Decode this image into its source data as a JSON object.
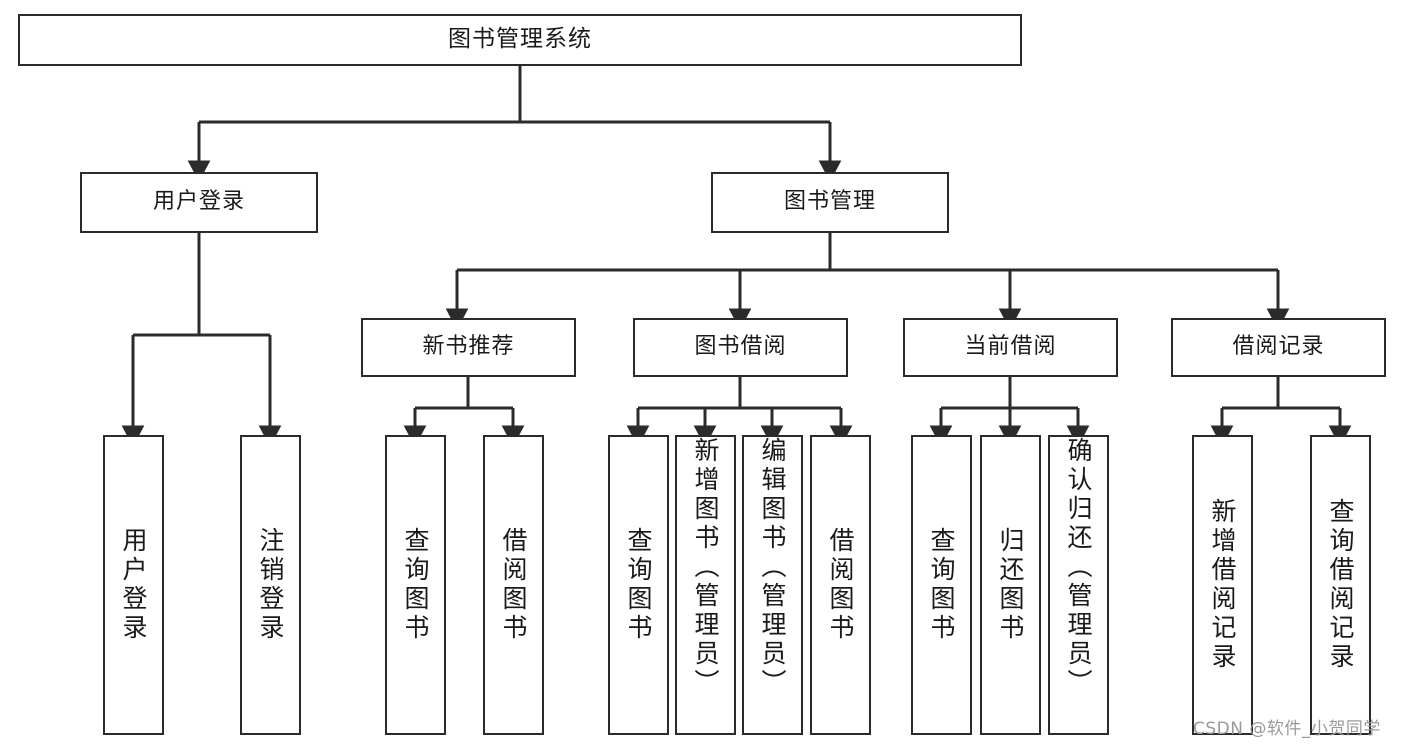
{
  "diagram": {
    "title": "图书管理系统",
    "type": "功能结构图",
    "root": {
      "label": "图书管理系统"
    },
    "level1": [
      {
        "label": "用户登录"
      },
      {
        "label": "图书管理"
      }
    ],
    "level2": [
      {
        "label": "新书推荐"
      },
      {
        "label": "图书借阅"
      },
      {
        "label": "当前借阅"
      },
      {
        "label": "借阅记录"
      }
    ],
    "leaves": {
      "user_login": [
        {
          "label": "用户登录"
        },
        {
          "label": "注销登录"
        }
      ],
      "new_book": [
        {
          "label": "查询图书"
        },
        {
          "label": "借阅图书"
        }
      ],
      "book_borrow": [
        {
          "label": "查询图书"
        },
        {
          "label": "新增图书（管理员）"
        },
        {
          "label": "编辑图书（管理员）"
        },
        {
          "label": "借阅图书"
        }
      ],
      "current_borrow": [
        {
          "label": "查询图书"
        },
        {
          "label": "归还图书"
        },
        {
          "label": "确认归还（管理员）"
        }
      ],
      "borrow_record": [
        {
          "label": "新增借阅记录"
        },
        {
          "label": "查询借阅记录"
        }
      ]
    }
  },
  "colors": {
    "stroke": "#2b2b2b",
    "fill": "#ffffff",
    "text": "#1a1a1a",
    "watermark": "#9a9a9a"
  },
  "watermark": {
    "text": "CSDN @软件_小贺同学"
  }
}
